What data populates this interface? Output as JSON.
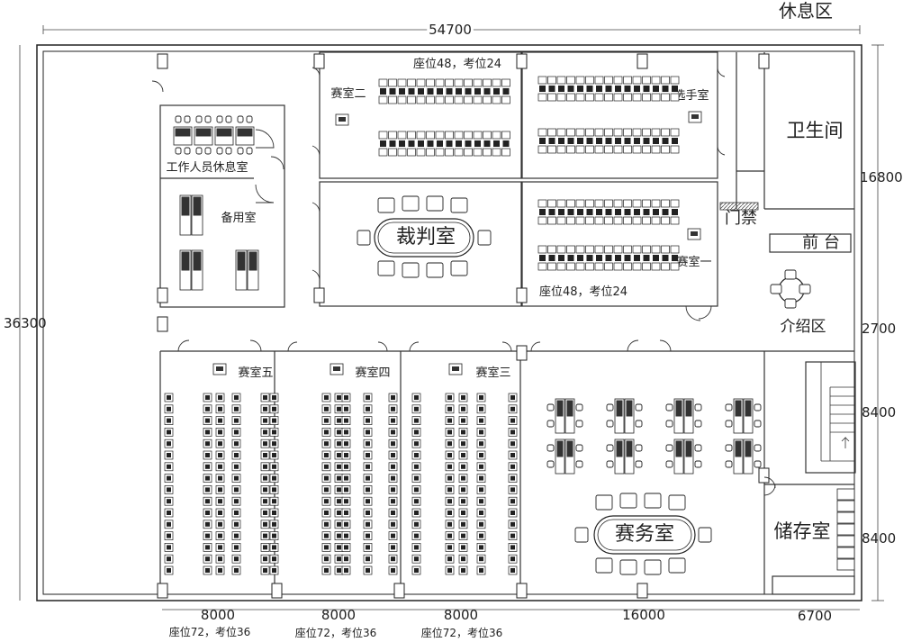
{
  "title": "休息区",
  "dimensions": {
    "total_width": "54700",
    "total_height": "36300",
    "right_top": "16800",
    "right_mid": "2700",
    "right_low": "8400",
    "right_bottom": "8400",
    "bottom_1": "8000",
    "bottom_2": "8000",
    "bottom_3": "8000",
    "bottom_4": "16000",
    "bottom_5": "6700"
  },
  "rooms": {
    "staff_rest": "工作人员休息室",
    "spare": "备用室",
    "room2": "赛室二",
    "room2_seats": "座位48，考位24",
    "players": "选手室",
    "referee": "裁判室",
    "room1": "赛室一",
    "room1_seats": "座位48，考位24",
    "toilet": "卫生间",
    "access": "门禁",
    "reception": "前  台",
    "intro": "介绍区",
    "room5": "赛室五",
    "room4": "赛室四",
    "room3": "赛室三",
    "affairs": "赛务室",
    "storage": "储存室"
  },
  "bottom_seats": {
    "s1": "座位72，考位36",
    "s2": "座位72，考位36",
    "s3": "座位72，考位36"
  }
}
